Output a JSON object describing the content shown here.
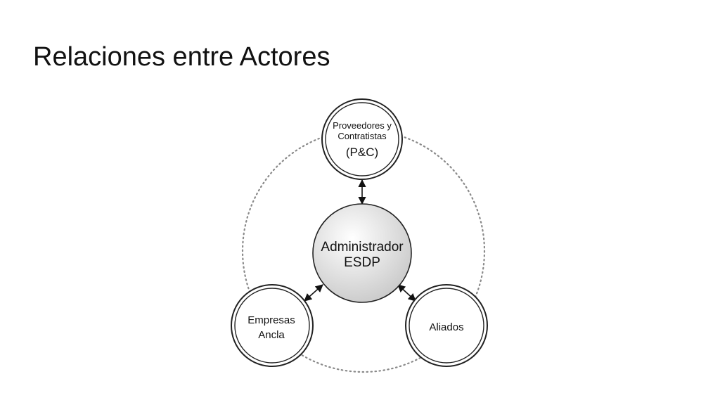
{
  "title": "Relaciones entre Actores",
  "diagram": {
    "center": {
      "line1": "Administrador",
      "line2": "ESDP"
    },
    "top": {
      "line1": "Proveedores y",
      "line2": "Contratistas",
      "line3": "(P&C)"
    },
    "left": {
      "line1": "Empresas",
      "line2": "Ancla"
    },
    "right": {
      "line1": "Aliados"
    }
  },
  "colors": {
    "text": "#111111",
    "node_stroke": "#222222",
    "orbit": "#8a8a8a",
    "center_fill_light": "#ffffff",
    "center_fill_dark": "#c9c9c9"
  }
}
